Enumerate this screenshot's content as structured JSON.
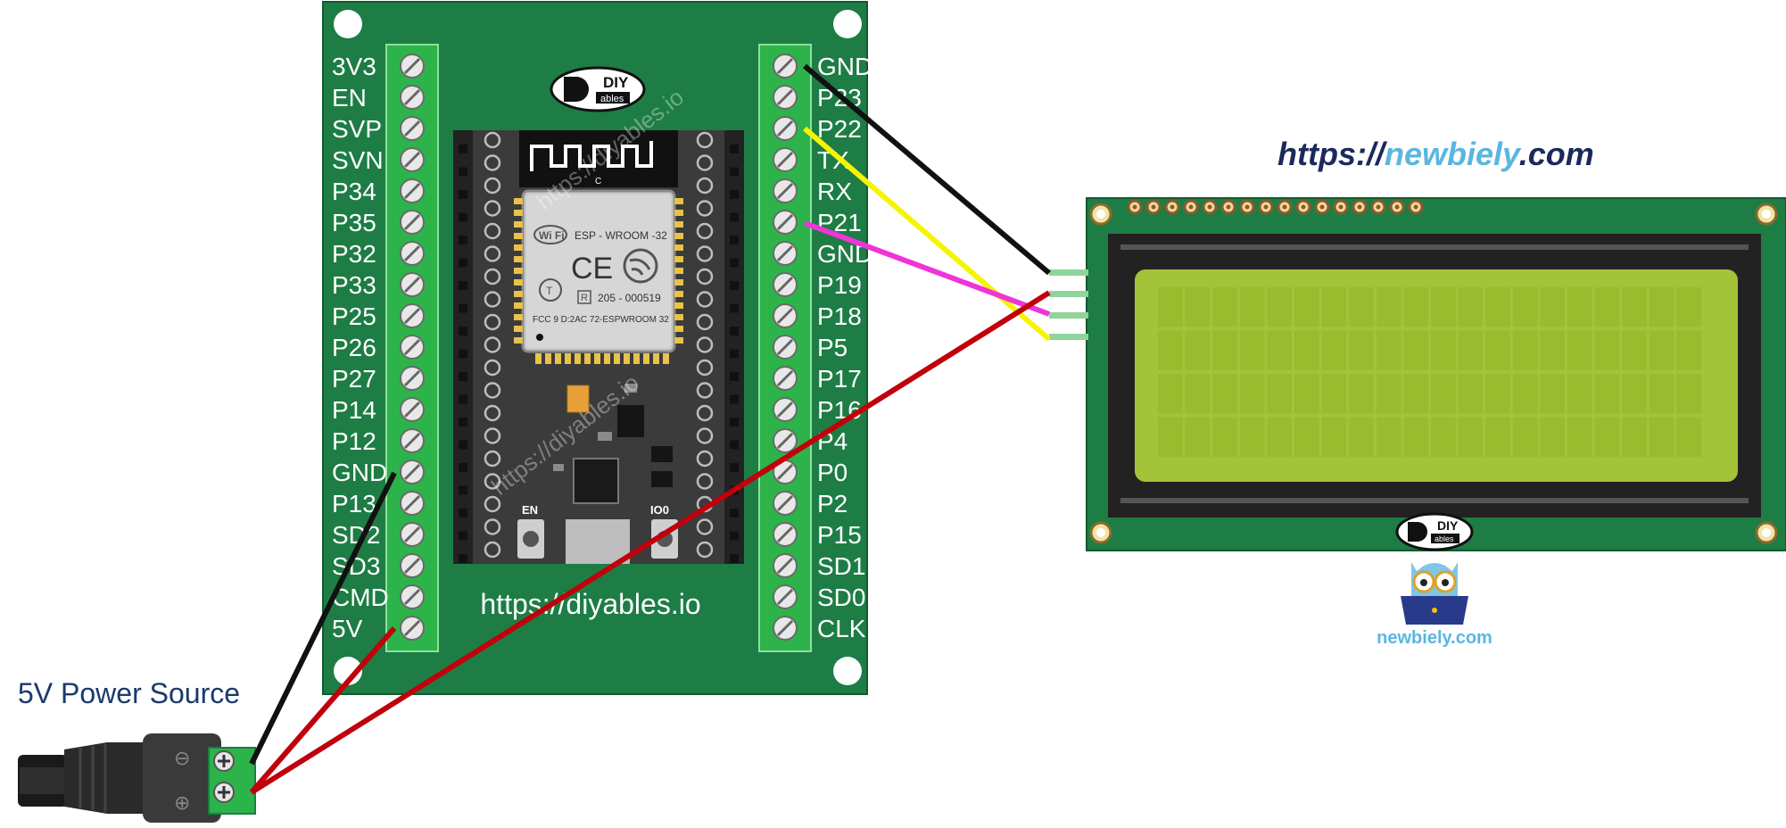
{
  "diagram_title": {
    "prefix": "https://",
    "middle": "newbiely",
    "suffix": ".com",
    "colors": {
      "dark": "#1b2a5c",
      "light": "#5ab6e0"
    }
  },
  "power_source": {
    "label": "5V Power Source",
    "minus_symbol": "⊖",
    "plus_symbol": "⊕"
  },
  "esp32_board": {
    "url": "https://diyables.io",
    "watermark": "https://diyables.io",
    "logo_top": "DIY",
    "logo_bottom": "ables",
    "module_name": "ESP - WROOM -32",
    "fcc_text": "FCC 9 D:2AC 72-ESPWROOM 32",
    "r_code": "205 - 000519",
    "ce_mark": "CE",
    "wifi_mark": "Wi Fi",
    "antenna_c": "C",
    "button_en": "EN",
    "button_io0": "IO0",
    "left_pins": [
      "3V3",
      "EN",
      "SVP",
      "SVN",
      "P34",
      "P35",
      "P32",
      "P33",
      "P25",
      "P26",
      "P27",
      "P14",
      "P12",
      "GND",
      "P13",
      "SD2",
      "SD3",
      "CMD",
      "5V"
    ],
    "right_pins": [
      "GND",
      "P23",
      "P22",
      "TX",
      "RX",
      "P21",
      "GND",
      "P19",
      "P18",
      "P5",
      "P17",
      "P16",
      "P4",
      "P0",
      "P2",
      "P15",
      "SD1",
      "SD0",
      "CLK"
    ]
  },
  "lcd": {
    "rows": 4,
    "cols": 20,
    "top_header_pins": 16,
    "i2c_pins": 4,
    "logo_top": "DIY",
    "logo_bottom": "ables"
  },
  "mascot": {
    "caption": "newbiely.com"
  },
  "wires": [
    {
      "name": "gnd-wire",
      "color": "#111111",
      "from": "ESP32 GND",
      "to": "LCD GND"
    },
    {
      "name": "sda-wire",
      "color": "#f5f500",
      "from": "ESP32 P22",
      "to": "LCD SDA"
    },
    {
      "name": "scl-wire",
      "color": "#ef34d8",
      "from": "ESP32 P21",
      "to": "LCD SCL"
    },
    {
      "name": "vcc-wire",
      "color": "#c0000a",
      "from": "Power +",
      "to": "LCD VCC"
    },
    {
      "name": "power-5v-wire",
      "color": "#c0000a",
      "from": "Power +",
      "to": "ESP32 5V"
    },
    {
      "name": "power-gnd-wire",
      "color": "#111111",
      "from": "Power -",
      "to": "ESP32 GND"
    }
  ],
  "colors": {
    "board_green": "#1d7d45",
    "terminal_green": "#2cb34a",
    "lcd_green": "#a3c43a",
    "lcd_bezel": "#222222"
  }
}
